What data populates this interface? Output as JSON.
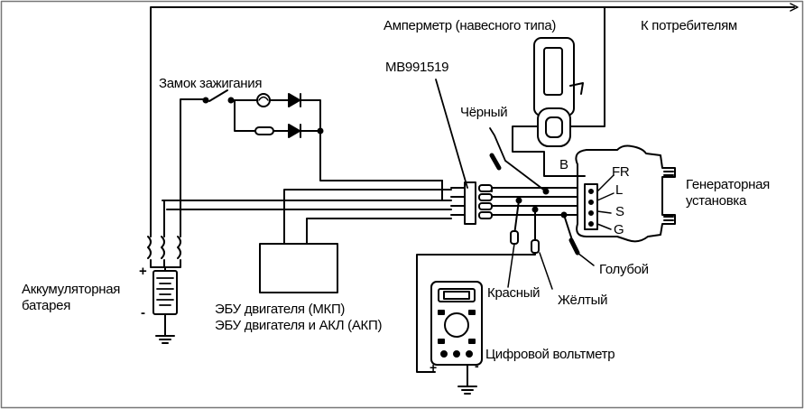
{
  "labels": {
    "ammeter": "Амперметр (навесного типа)",
    "to_consumers": "К потребителям",
    "ignition_switch": "Замок зажигания",
    "tool_code": "MB991519",
    "black": "Чёрный",
    "terminal_b": "B",
    "terminal_fr": "FR",
    "terminal_l": "L",
    "terminal_s": "S",
    "terminal_g": "G",
    "generator_line1": "Генераторная",
    "generator_line2": "установка",
    "battery_line1": "Аккумуляторная",
    "battery_line2": "батарея",
    "battery_plus": "+",
    "battery_minus": "-",
    "ecu_line1": "ЭБУ двигателя (МКП)",
    "ecu_line2": "ЭБУ двигателя и АКЛ (АКП)",
    "red": "Красный",
    "yellow": "Жёлтый",
    "blue": "Голубой",
    "voltmeter": "Цифровой вольтметр",
    "voltmeter_plus": "+",
    "voltmeter_minus": "-"
  },
  "colors": {
    "line": "#000000",
    "background": "#ffffff",
    "frame": "#555555"
  }
}
